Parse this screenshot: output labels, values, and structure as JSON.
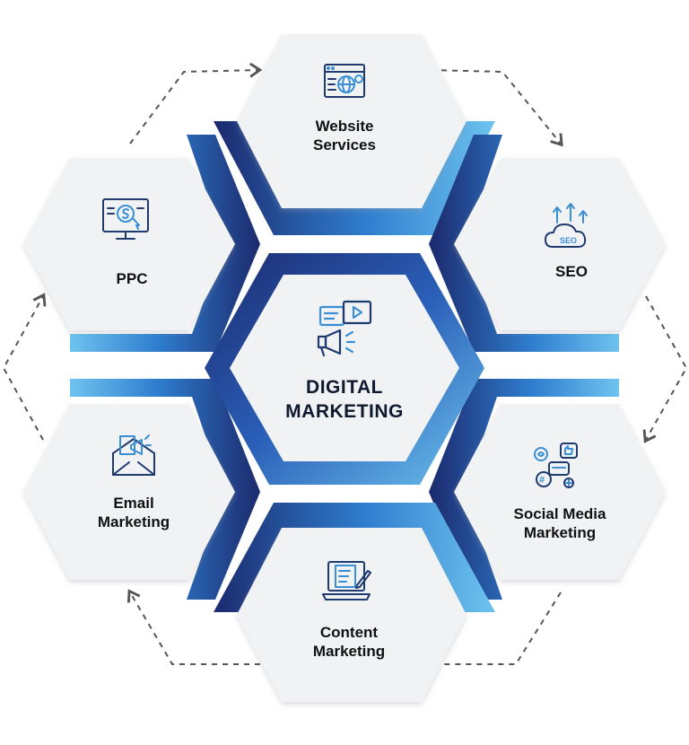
{
  "center": {
    "title": "DIGITAL\nMARKETING",
    "icon": "chat-video-megaphone-icon"
  },
  "nodes": [
    {
      "key": "website",
      "label": "Website\nServices",
      "icon": "web-globe-gear-icon"
    },
    {
      "key": "seo",
      "label": "SEO",
      "icon": "seo-cloud-arrows-icon"
    },
    {
      "key": "social",
      "label": "Social Media\nMarketing",
      "icon": "social-media-bubbles-icon"
    },
    {
      "key": "content",
      "label": "Content\nMarketing",
      "icon": "laptop-document-pen-icon"
    },
    {
      "key": "email",
      "label": "Email\nMarketing",
      "icon": "envelope-megaphone-icon"
    },
    {
      "key": "ppc",
      "label": "PPC",
      "icon": "monitor-dollar-cursor-icon"
    }
  ],
  "colors": {
    "hex_fill": "#f1f2f4",
    "hex_shadow": "#d6d8dc",
    "blue_dark": "#1c2a6e",
    "blue_mid": "#2f7fd0",
    "blue_light": "#6dc3ee",
    "icon_blue": "#3a8fd4",
    "icon_dark": "#1f3a6e",
    "arrow": "#555555"
  }
}
